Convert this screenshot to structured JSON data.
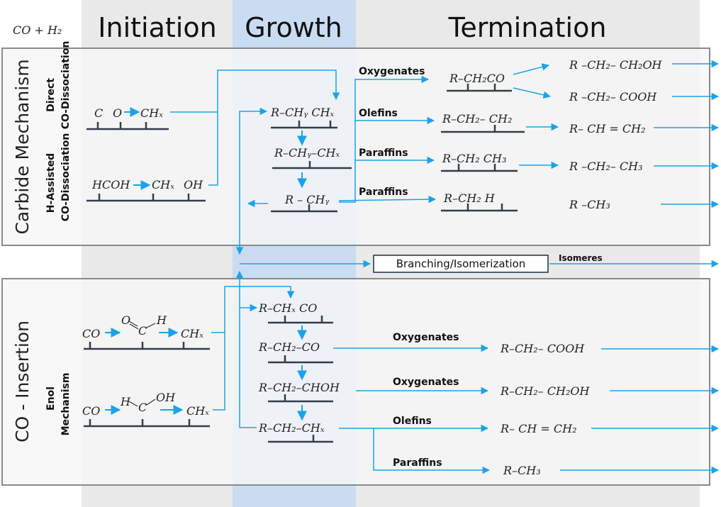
{
  "header": {
    "reactants": "CO + H₂",
    "initiation": "Initiation",
    "growth": "Growth",
    "termination": "Termination"
  },
  "carbide": {
    "title": "Carbide Mechanism",
    "direct_line1": "Direct",
    "direct_line2": "CO-Dissociation",
    "hassist_line1": "H-Assisted",
    "hassist_line2": "CO-Dissociation",
    "init_direct": [
      "C",
      "O",
      "CHₓ"
    ],
    "init_hassist": [
      "HCOH",
      "CHₓ",
      "OH"
    ],
    "growth": [
      "R–CHᵧ   CHₓ",
      "R–CHᵧ–CHₓ",
      "R – CHᵧ"
    ],
    "labels": [
      "Oxygenates",
      "Olefins",
      "Paraffins",
      "Paraffins"
    ],
    "intermediates": [
      "R–CH₂CO",
      "R–CH₂– CH₂",
      "R–CH₂   CH₃",
      "R–CH₂   H"
    ],
    "products": [
      "R –CH₂– CH₂OH",
      "R –CH₂– COOH",
      "R– CH = CH₂",
      "R –CH₂– CH₃",
      "R –CH₃"
    ]
  },
  "branching": {
    "box_label": "Branching/Isomerization",
    "product_label": "Isomeres"
  },
  "insertion": {
    "title": "CO - Insertion",
    "enol_line1": "Enol",
    "enol_line2": "Mechanism",
    "init_top": [
      "CO",
      "CHₓ"
    ],
    "init_top_mol": [
      "O",
      "C",
      "H"
    ],
    "init_bot": [
      "CO",
      "CHₓ"
    ],
    "init_bot_mol": [
      "H",
      "C",
      "OH"
    ],
    "growth": [
      "R–CHₓ   CO",
      "R–CH₂–CO",
      "R–CH₂–CHOH",
      "R–CH₂–CHₓ"
    ],
    "labels": [
      "Oxygenates",
      "Oxygenates",
      "Olefins",
      "Paraffins"
    ],
    "products": [
      "R–CH₂– COOH",
      "R–CH₂– CH₂OH",
      "R– CH = CH₂",
      "R–CH₃"
    ]
  },
  "colors": {
    "arrow": "#1aa3e8",
    "growth_band": "#c9dcf1",
    "column_band": "#e9e9e9",
    "panel_fill": "#f7f7f7",
    "panel_border": "#8a8a8a",
    "surface_line": "#333d4b"
  }
}
